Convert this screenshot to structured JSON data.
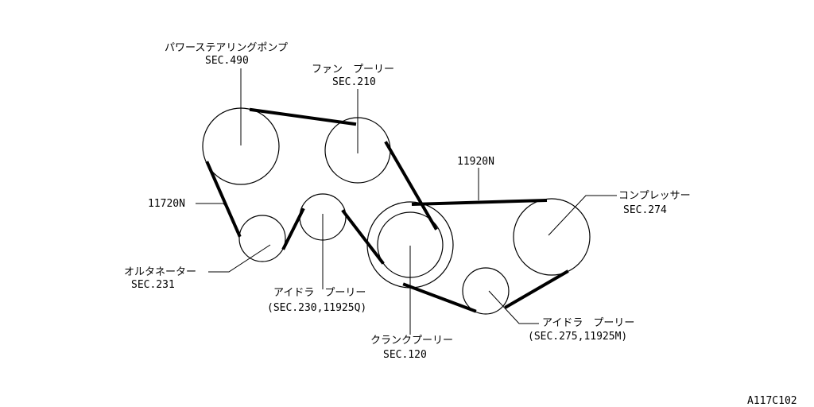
{
  "diagram": {
    "code": "A117C102",
    "belts": {
      "belt_left": "11720N",
      "belt_right": "11920N"
    },
    "pulleys": {
      "power_steering": {
        "name": "パワーステアリングポンプ",
        "sec": "SEC.490"
      },
      "fan": {
        "name": "ファン　プーリー",
        "sec": "SEC.210"
      },
      "alternator": {
        "name": "オルタネーター",
        "sec": "SEC.231"
      },
      "idler_left": {
        "name": "アイドラ　プーリー",
        "sec": "(SEC.230,11925Q)"
      },
      "crank": {
        "name": "クランクプーリー",
        "sec": "SEC.120"
      },
      "compressor": {
        "name": "コンプレッサー",
        "sec": "SEC.274"
      },
      "idler_right": {
        "name": "アイドラ　プーリー",
        "sec": "(SEC.275,11925M)"
      }
    }
  }
}
